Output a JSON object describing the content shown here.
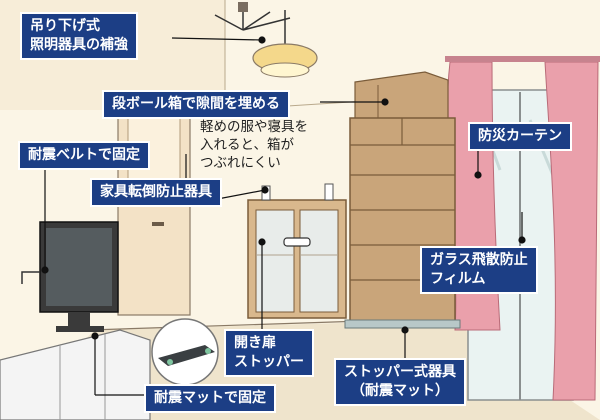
{
  "labels": {
    "lighting": "吊り下げ式\n照明器具の補強",
    "box_gap": "段ボール箱で隙間を埋める",
    "box_note": "軽めの服や寝具を\n入れると、箱が\nつぶれにくい",
    "tv_belt": "耐震ベルトで固定",
    "furniture_stopper": "家具転倒防止器具",
    "curtain": "防災カーテン",
    "glass_film": "ガラス飛散防止\nフィルム",
    "door_stopper": "開き扉\nストッパー",
    "stopper_device": "ストッパー式器具\n（耐震マット）",
    "mat": "耐震マットで固定"
  },
  "colors": {
    "label_bg": "#1c3e85",
    "wood": "#c9a57a",
    "wood_dark": "#9c7a52",
    "curtain": "#eaa0ab",
    "wall": "#fbf5e6",
    "floor": "#efe4cc"
  }
}
